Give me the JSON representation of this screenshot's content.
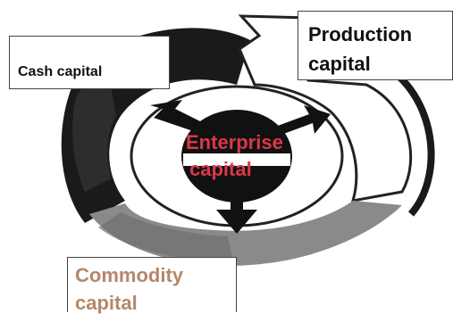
{
  "labels": {
    "cash": "Cash capital",
    "production_line1": "Production",
    "production_line2": "capital",
    "commodity_line1": "Commodity",
    "commodity_line2": "capital",
    "enterprise_line1": "Enterprise",
    "enterprise_line2": "capital"
  },
  "colors": {
    "enterprise_text": "#d8394a",
    "commodity_text": "#b4876a",
    "dark_segment": "#1a1a1a",
    "grey_segment": "#8a8a8a",
    "outline": "#222222"
  }
}
